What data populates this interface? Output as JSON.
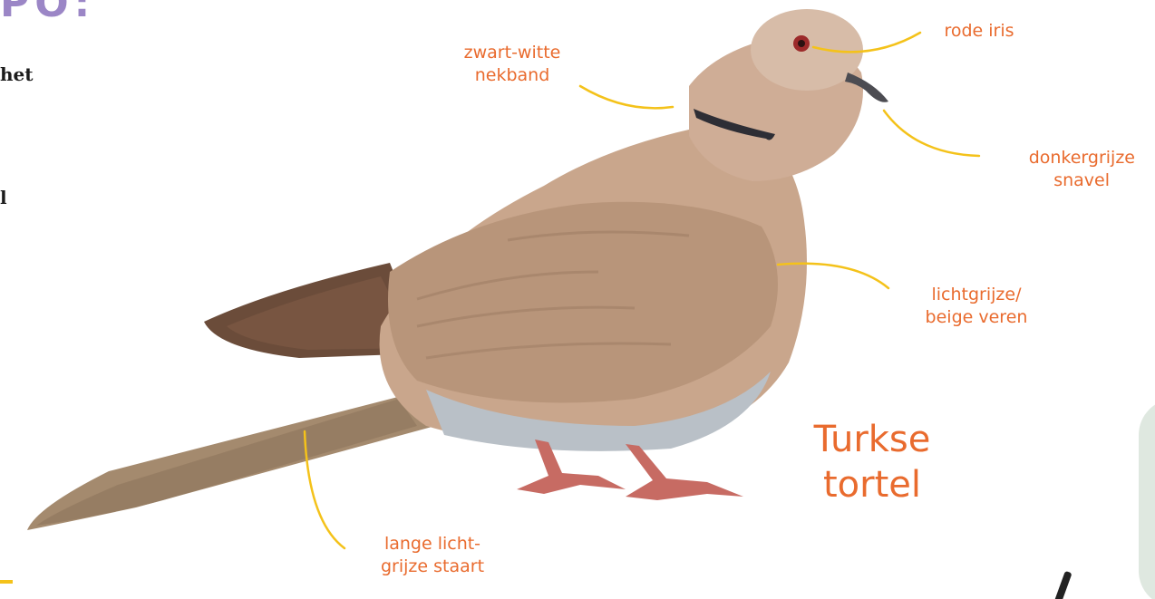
{
  "left_column": {
    "heading_fragment": "PO:",
    "text_line_1": "het",
    "text_line_2": "l"
  },
  "labels": {
    "nekband": [
      "zwart-witte",
      "nekband"
    ],
    "iris": [
      "rode iris"
    ],
    "snavel": [
      "donkergrijze",
      "snavel"
    ],
    "veren": [
      "lichtgrijze/",
      "beige veren"
    ],
    "staart": [
      "lange licht-",
      "grijze staart"
    ]
  },
  "species_name": [
    "Turkse",
    "tortel"
  ],
  "colors": {
    "label_orange": "#e96b2e",
    "leader_yellow": "#f4c21a",
    "heading_purple": "#9b86c6",
    "bird_body": "#c9a68c",
    "bird_belly": "#b9c0c7"
  }
}
